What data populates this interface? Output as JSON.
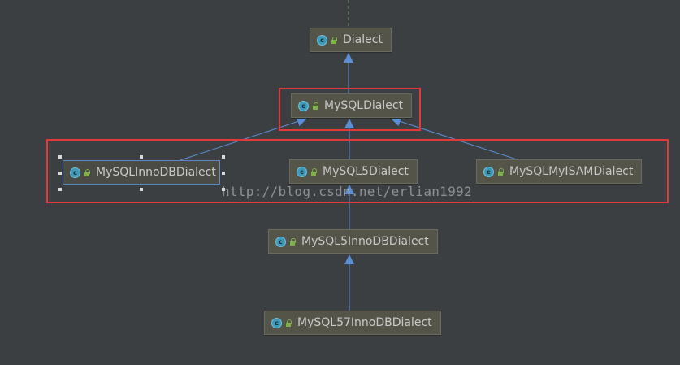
{
  "colors": {
    "background": "#3c3f41",
    "node_fill": "#555449",
    "edge": "#5a8fd6",
    "highlight": "#e3393a",
    "class_icon": "#3e9ab8",
    "lock_icon": "#7fb04a"
  },
  "nodes": {
    "dialect": {
      "label": "Dialect",
      "icon": "class-icon"
    },
    "mysql_dialect": {
      "label": "MySQLDialect",
      "icon": "class-icon"
    },
    "mysql_innodb_dialect": {
      "label": "MySQLInnoDBDialect",
      "icon": "class-icon"
    },
    "mysql5_dialect": {
      "label": "MySQL5Dialect",
      "icon": "class-icon"
    },
    "mysql_myisam_dialect": {
      "label": "MySQLMyISAMDialect",
      "icon": "class-icon"
    },
    "mysql5_innodb_dialect": {
      "label": "MySQL5InnoDBDialect",
      "icon": "class-icon"
    },
    "mysql57_innodb_dialect": {
      "label": "MySQL57InnoDBDialect",
      "icon": "class-icon"
    }
  },
  "class_icon_glyph": "c",
  "watermark": "http://blog.csdn.net/erlian1992"
}
